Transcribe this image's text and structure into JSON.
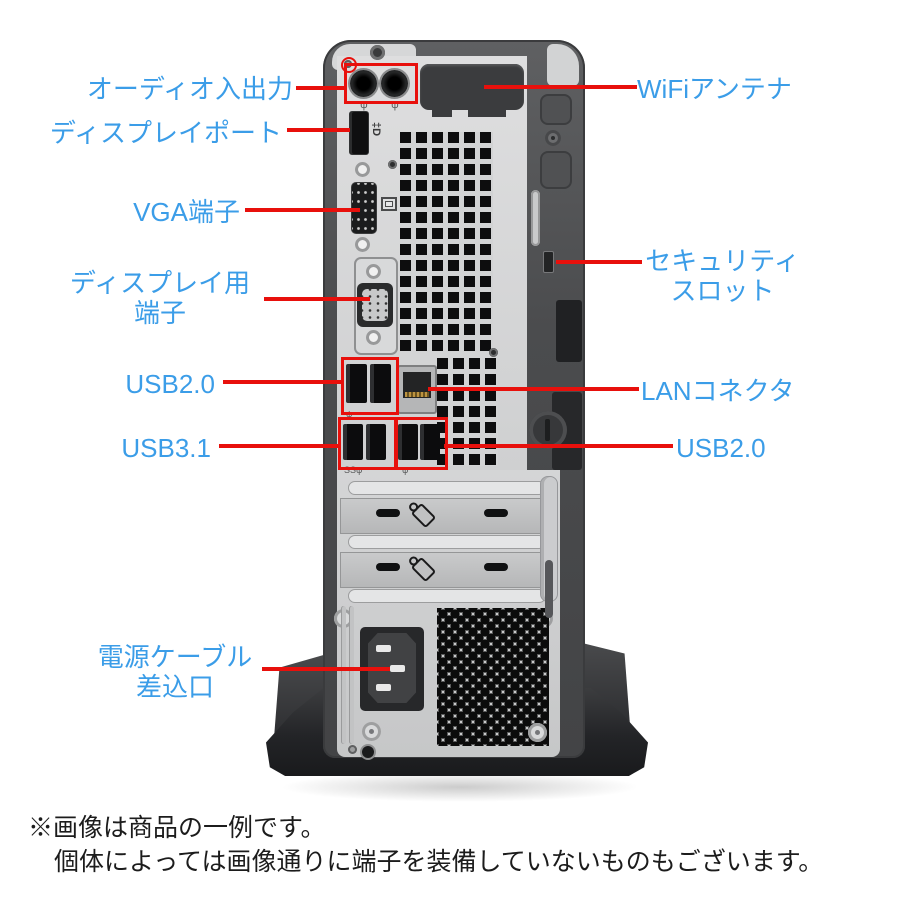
{
  "colors": {
    "label_blue": "#3B9DE8",
    "leader_red": "#E8100C",
    "tower_dark": "#4B4C4E",
    "panel_light": "#D6D7D8",
    "background": "#FFFFFF"
  },
  "callouts": {
    "audio": {
      "label": "オーディオ入出力"
    },
    "displayport": {
      "label": "ディスプレイポート"
    },
    "vga": {
      "label": "VGA端子"
    },
    "display_terminal": {
      "label": "ディスプレイ用\n端子"
    },
    "usb20_left": {
      "label": "USB2.0"
    },
    "usb31": {
      "label": "USB3.1"
    },
    "power": {
      "label": "電源ケーブル\n差込口"
    },
    "wifi": {
      "label": "WiFiアンテナ"
    },
    "security": {
      "label": "セキュリティ\nスロット"
    },
    "lan": {
      "label": "LANコネクタ"
    },
    "usb20_right": {
      "label": "USB2.0"
    }
  },
  "icons": {
    "dp_logo": "‡D",
    "usb_glyph": "ψ",
    "usb_ss_glyph": "SSψ"
  },
  "footnote": {
    "line1": "※画像は商品の一例です。",
    "line2": "個体によっては画像通りに端子を装備していないものもございます。"
  }
}
